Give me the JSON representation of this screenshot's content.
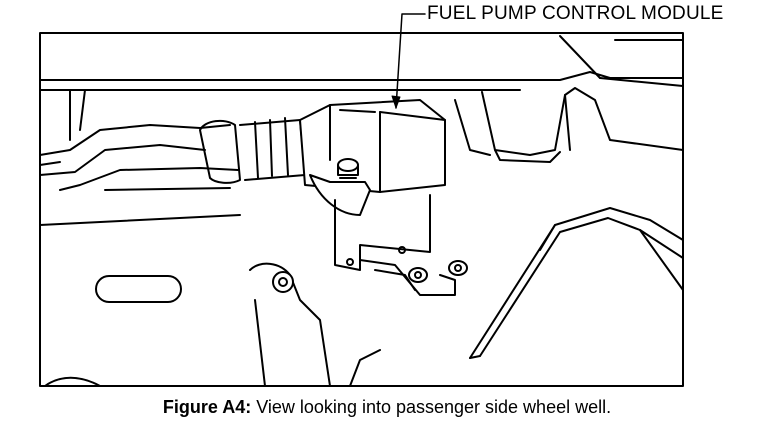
{
  "callout": {
    "label": "FUEL PUMP CONTROL MODULE"
  },
  "caption": {
    "figure_id": "Figure A4:",
    "text": " View looking into passenger side wheel well."
  }
}
